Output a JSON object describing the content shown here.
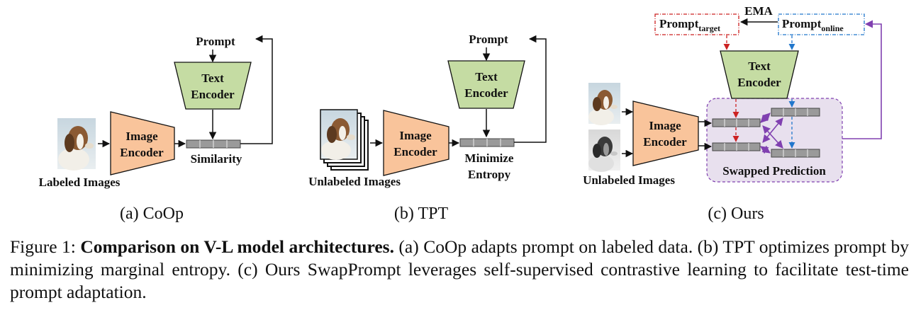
{
  "panels": {
    "coop": {
      "prompt": "Prompt",
      "text_encoder": [
        "Text",
        "Encoder"
      ],
      "image_encoder": [
        "Image",
        "Encoder"
      ],
      "similarity": "Similarity",
      "images_label": "Labeled Images",
      "caption": "(a) CoOp"
    },
    "tpt": {
      "prompt": "Prompt",
      "text_encoder": [
        "Text",
        "Encoder"
      ],
      "image_encoder": [
        "Image",
        "Encoder"
      ],
      "objective": [
        "Minimize",
        "Entropy"
      ],
      "images_label": "Unlabeled Images",
      "caption": "(b) TPT"
    },
    "ours": {
      "ema": "EMA",
      "prompt_target_base": "Prompt",
      "prompt_target_sub": "target",
      "prompt_online_base": "Prompt",
      "prompt_online_sub": "online",
      "text_encoder": [
        "Text",
        "Encoder"
      ],
      "image_encoder": [
        "Image",
        "Encoder"
      ],
      "swapped_prediction": "Swapped Prediction",
      "images_label": "Unlabeled Images",
      "caption": "(c) Ours"
    }
  },
  "colors": {
    "text_encoder": "#c5dca3",
    "image_encoder": "#f9c49b",
    "feature_cell": "#9a9a9a",
    "swap_region": "#e8e0ee",
    "target_arrow": "#cc2222",
    "online_arrow": "#2277cc",
    "purple_arrow": "#8040b0"
  },
  "caption": {
    "figure_label": "Figure 1:",
    "title": "Comparison on V-L model architectures.",
    "body": "(a) CoOp adapts prompt on labeled data. (b) TPT optimizes prompt by minimizing marginal entropy. (c) Ours SwapPrompt leverages self-supervised contrastive learning to facilitate test-time prompt adaptation."
  }
}
